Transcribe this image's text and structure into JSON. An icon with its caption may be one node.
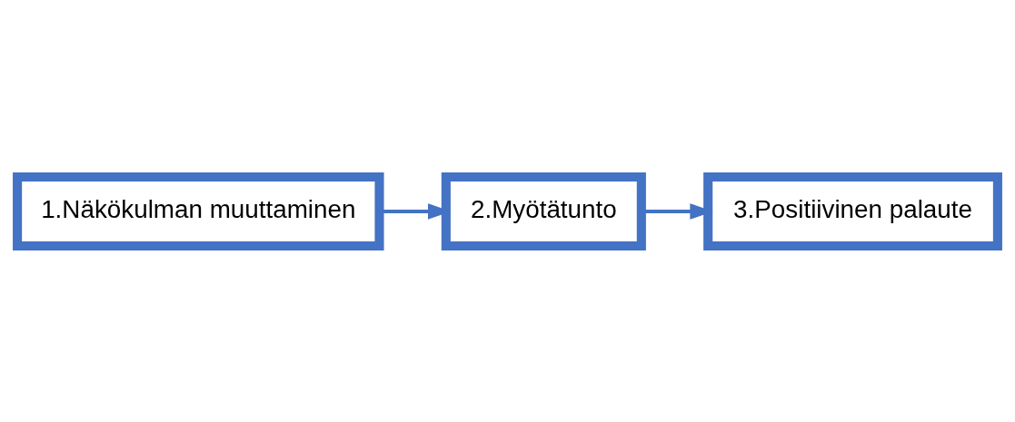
{
  "diagram": {
    "nodes": [
      {
        "text": [
          "1.Näkökulman muuttaminen"
        ]
      },
      {
        "text": [
          "2.Myötätunto"
        ]
      },
      {
        "text": [
          "3.Positiivinen palaute"
        ]
      }
    ],
    "edges": [
      {
        "from": 0,
        "to": 1,
        "arrow": "to"
      },
      {
        "from": 1,
        "to": 2,
        "arrow": "to"
      }
    ]
  }
}
